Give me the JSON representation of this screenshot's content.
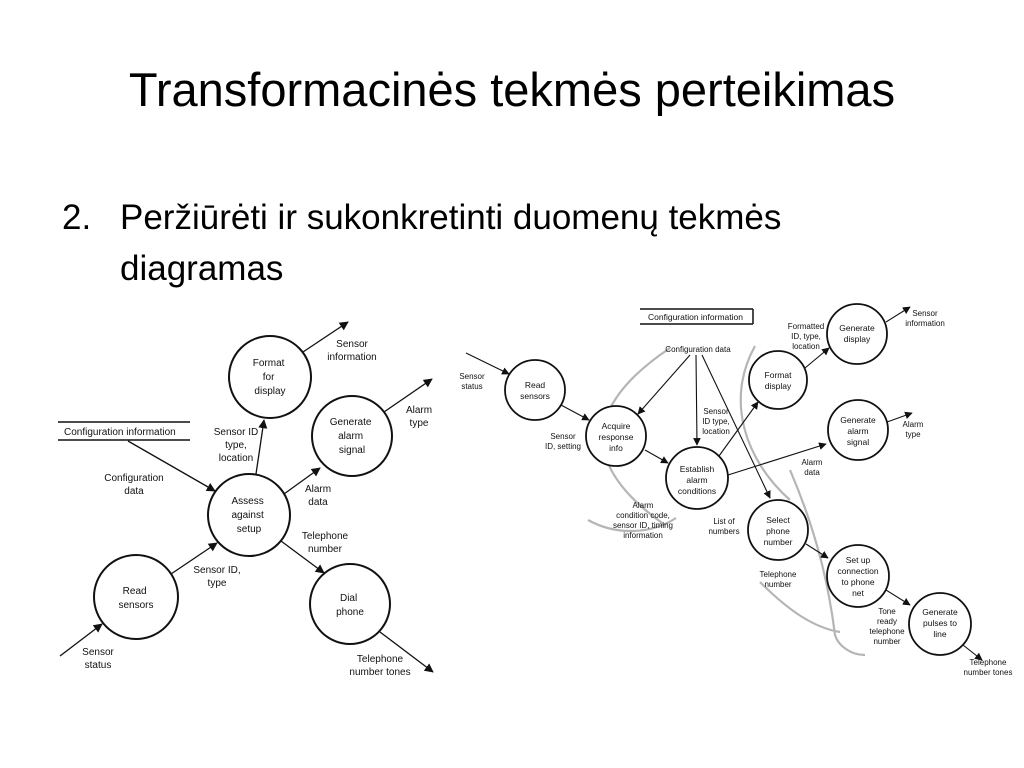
{
  "slide": {
    "title": "Transformacinės tekmės perteikimas",
    "point_number": "2.",
    "point_text_line1": "Peržiūrėti ir sukonkretinti duomenų tekmės",
    "point_text_line2": "diagramas"
  },
  "left_diagram": {
    "store": "Configuration information",
    "processes": {
      "format": [
        "Format",
        "for",
        "display"
      ],
      "generate": [
        "Generate",
        "alarm",
        "signal"
      ],
      "assess": [
        "Assess",
        "against",
        "setup"
      ],
      "read": [
        "Read",
        "sensors"
      ],
      "dial": [
        "Dial",
        "phone"
      ]
    },
    "flows": {
      "sensor_info": [
        "Sensor",
        "information"
      ],
      "alarm_type": [
        "Alarm",
        "type"
      ],
      "sensor_id_type_loc": [
        "Sensor ID",
        "type,",
        "location"
      ],
      "config_data": [
        "Configuration",
        "data"
      ],
      "alarm_data": [
        "Alarm",
        "data"
      ],
      "telephone_number": [
        "Telephone",
        "number"
      ],
      "sensor_id_type": [
        "Sensor ID,",
        "type"
      ],
      "sensor_status": [
        "Sensor",
        "status"
      ],
      "telephone_tones": [
        "Telephone",
        "number tones"
      ]
    }
  },
  "right_diagram": {
    "store": "Configuration information",
    "processes": {
      "read": [
        "Read",
        "sensors"
      ],
      "acquire": [
        "Acquire",
        "response",
        "info"
      ],
      "establish": [
        "Establish",
        "alarm",
        "conditions"
      ],
      "format": [
        "Format",
        "display"
      ],
      "generate_display": [
        "Generate",
        "display"
      ],
      "generate_alarm": [
        "Generate",
        "alarm",
        "signal"
      ],
      "select": [
        "Select",
        "phone",
        "number"
      ],
      "setup": [
        "Set up",
        "connection",
        "to phone",
        "net"
      ],
      "pulses": [
        "Generate",
        "pulses to",
        "line"
      ]
    },
    "flows": {
      "config_data": [
        "Configuration data"
      ],
      "sensor_status": [
        "Sensor",
        "status"
      ],
      "sensor_id_setting": [
        "Sensor",
        "ID, setting"
      ],
      "formatted": [
        "Formatted",
        "ID, type,",
        "location"
      ],
      "sensor_info": [
        "Sensor",
        "information"
      ],
      "sensor_id_type_loc": [
        "Sensor",
        "ID type,",
        "location"
      ],
      "alarm_type": [
        "Alarm",
        "type"
      ],
      "alarm_data": [
        "Alarm",
        "data"
      ],
      "alarm_condition": [
        "Alarm",
        "condition code,",
        "sensor ID, timing",
        "information"
      ],
      "list_numbers": [
        "List of",
        "numbers"
      ],
      "telephone_number": [
        "Telephone",
        "number"
      ],
      "tone_ready": [
        "Tone",
        "ready",
        "telephone",
        "number"
      ],
      "telephone_tones": [
        "Telephone",
        "number tones"
      ]
    }
  }
}
